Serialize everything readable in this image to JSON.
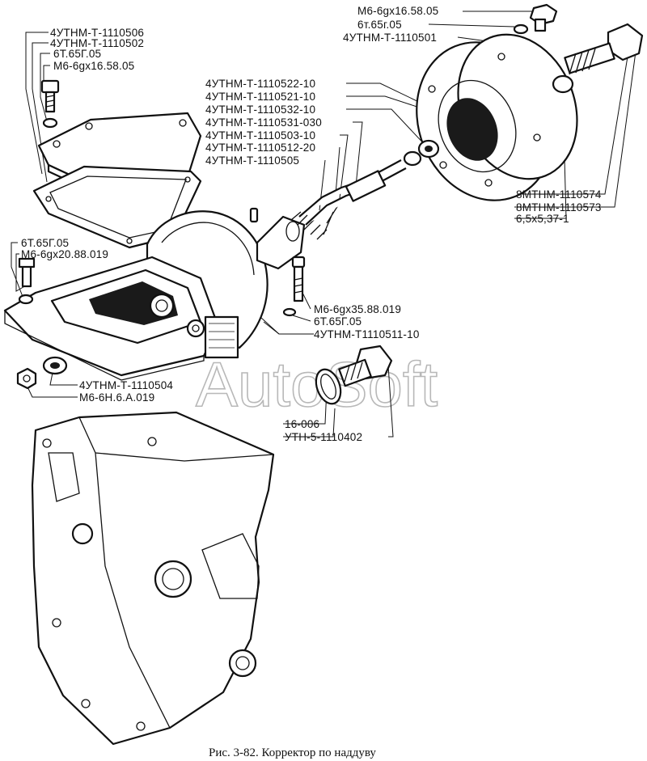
{
  "diagram": {
    "caption": "Рис. 3-82. Корректор по наддуву",
    "watermark": "AutoSoft",
    "labels": {
      "cover_part": "4УТНМ-Т-1110506",
      "gasket_part": "4УТНМ-Т-1110502",
      "cover_washer": "6Т.65Г.05",
      "cover_bolt": "М6-6gх16.58.05",
      "top_bolt": "М6-6gх16.58.05",
      "top_washer": "6т.65г.05",
      "flange_part": "4УТНМ-Т-1110501",
      "seal_a": "4УТНМ-Т-1110522-10",
      "seal_b": "4УТНМ-Т-1110521-10",
      "seal_c": "4УТНМ-Т-1110532-10",
      "spring_part": "4УТНМ-Т-1110531-030",
      "rod_part": "4УТНМ-Т-1110503-10",
      "sleeve_part": "4УТНМ-Т-1110512-20",
      "plunger_part": "4УТНМ-Т-1110505",
      "bushing_a": "8МТНМ-1110574",
      "bushing_b": "8МТНМ-1110573",
      "pin_part": "6,5х5,37-1",
      "left_washer": "6Т.65Г.05",
      "left_bolt": "М6-6gх20.88.019",
      "long_bolt": "М6-6gх35.88.019",
      "long_washer": "6Т.65Г.05",
      "body_part": "4УТНМ-Т1110511-10",
      "nipple_part": "4УТНМ-Т-1110504",
      "nut_part": "М6-6Н.6.А.019",
      "ring_part": "16-006",
      "plug_part": "УТН-5-1110402"
    }
  }
}
